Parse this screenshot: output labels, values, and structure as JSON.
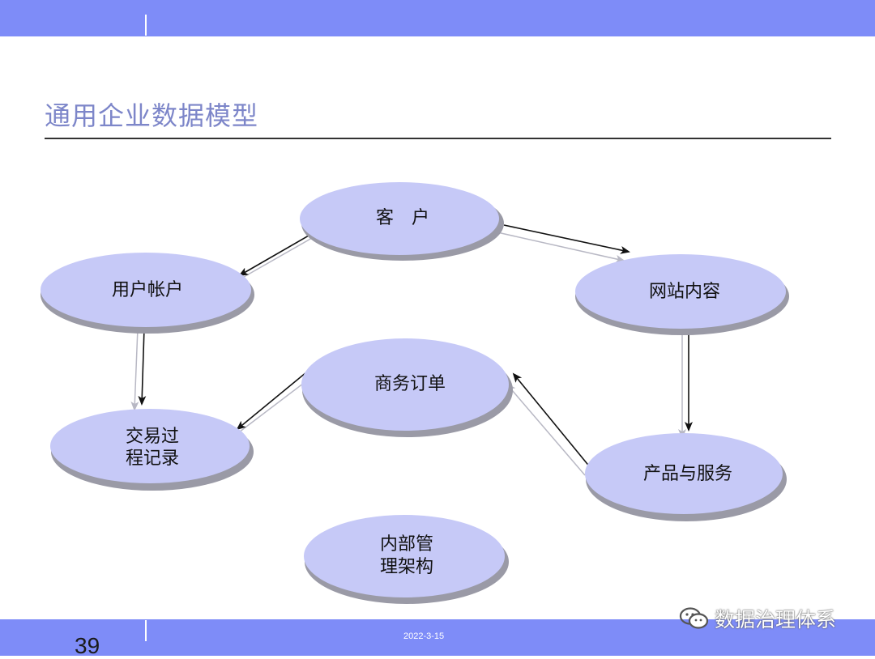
{
  "title": "通用企业数据模型",
  "nodes": {
    "customer": "客　户",
    "user_account": "用户帐户",
    "website_content": "网站内容",
    "business_order": "商务订单",
    "transaction_line1": "交易过",
    "transaction_line2": "程记录",
    "products_services": "产品与服务",
    "internal_line1": "内部管",
    "internal_line2": "理架构"
  },
  "footer": {
    "page_number": "39",
    "date": "2022-3-15",
    "watermark": "数据治理体系"
  },
  "colors": {
    "bar": "#7e8cf8",
    "ellipse_fill": "#c6c9f7",
    "ellipse_shadow": "#9a9aa6",
    "title": "#7d86c9"
  }
}
